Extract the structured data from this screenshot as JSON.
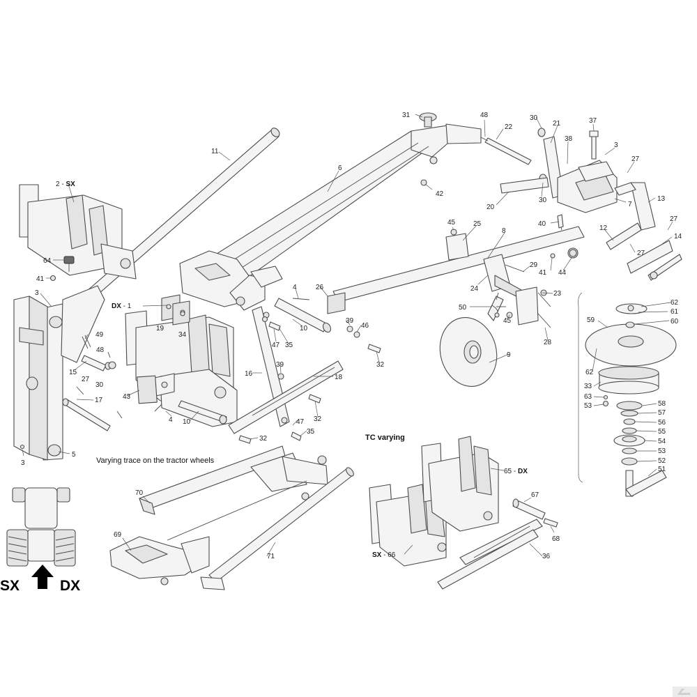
{
  "captions": {
    "trace": "Varying trace on the tractor wheels",
    "tc": "TC varying"
  },
  "direction": {
    "left": "SX",
    "right": "DX"
  },
  "labels": [
    {
      "id": "l11",
      "text": "11"
    },
    {
      "id": "l2sx",
      "text": "2 - ",
      "bold": "SX"
    },
    {
      "id": "l64",
      "text": "64"
    },
    {
      "id": "l41a",
      "text": "41"
    },
    {
      "id": "l3a",
      "text": "3"
    },
    {
      "id": "ldx1",
      "text": " - 1",
      "bold": "DX"
    },
    {
      "id": "l19",
      "text": "19"
    },
    {
      "id": "l34",
      "text": "34"
    },
    {
      "id": "l49",
      "text": "49"
    },
    {
      "id": "l48a",
      "text": "48"
    },
    {
      "id": "l15",
      "text": "15"
    },
    {
      "id": "l30a",
      "text": "30"
    },
    {
      "id": "l27a",
      "text": "27"
    },
    {
      "id": "l17",
      "text": "17"
    },
    {
      "id": "l43",
      "text": "43"
    },
    {
      "id": "l4a",
      "text": "4"
    },
    {
      "id": "l10a",
      "text": "10"
    },
    {
      "id": "l5",
      "text": "5"
    },
    {
      "id": "l3b",
      "text": "3"
    },
    {
      "id": "l6",
      "text": "6"
    },
    {
      "id": "l31",
      "text": "31"
    },
    {
      "id": "l48b",
      "text": "48"
    },
    {
      "id": "l22",
      "text": "22"
    },
    {
      "id": "l30b",
      "text": "30"
    },
    {
      "id": "l21",
      "text": "21"
    },
    {
      "id": "l37",
      "text": "37"
    },
    {
      "id": "l38",
      "text": "38"
    },
    {
      "id": "l3c",
      "text": "3"
    },
    {
      "id": "l27b",
      "text": "27"
    },
    {
      "id": "l42",
      "text": "42"
    },
    {
      "id": "l20",
      "text": "20"
    },
    {
      "id": "l30c",
      "text": "30"
    },
    {
      "id": "l7",
      "text": "7"
    },
    {
      "id": "l13",
      "text": "13"
    },
    {
      "id": "l40",
      "text": "40"
    },
    {
      "id": "l27c",
      "text": "27"
    },
    {
      "id": "l12",
      "text": "12"
    },
    {
      "id": "l14",
      "text": "14"
    },
    {
      "id": "l27d",
      "text": "27"
    },
    {
      "id": "l45a",
      "text": "45"
    },
    {
      "id": "l25",
      "text": "25"
    },
    {
      "id": "l8",
      "text": "8"
    },
    {
      "id": "l29",
      "text": "29"
    },
    {
      "id": "l41b",
      "text": "41"
    },
    {
      "id": "l44",
      "text": "44"
    },
    {
      "id": "l24",
      "text": "24"
    },
    {
      "id": "l23",
      "text": "23"
    },
    {
      "id": "l4b",
      "text": "4"
    },
    {
      "id": "l26",
      "text": "26"
    },
    {
      "id": "l10b",
      "text": "10"
    },
    {
      "id": "l39a",
      "text": "39"
    },
    {
      "id": "l46",
      "text": "46"
    },
    {
      "id": "l47a",
      "text": "47"
    },
    {
      "id": "l35a",
      "text": "35"
    },
    {
      "id": "l32a",
      "text": "32"
    },
    {
      "id": "l50",
      "text": "50"
    },
    {
      "id": "l45b",
      "text": "45"
    },
    {
      "id": "l28",
      "text": "28"
    },
    {
      "id": "l9",
      "text": "9"
    },
    {
      "id": "l16",
      "text": "16"
    },
    {
      "id": "l39b",
      "text": "39"
    },
    {
      "id": "l18",
      "text": "18"
    },
    {
      "id": "l32b",
      "text": "32"
    },
    {
      "id": "l47b",
      "text": "47"
    },
    {
      "id": "l35b",
      "text": "35"
    },
    {
      "id": "l32c",
      "text": "32"
    },
    {
      "id": "l62a",
      "text": "62"
    },
    {
      "id": "l61",
      "text": "61"
    },
    {
      "id": "l60",
      "text": "60"
    },
    {
      "id": "l59",
      "text": "59"
    },
    {
      "id": "l62b",
      "text": "62"
    },
    {
      "id": "l33",
      "text": "33"
    },
    {
      "id": "l63",
      "text": "63"
    },
    {
      "id": "l53a",
      "text": "53"
    },
    {
      "id": "l58",
      "text": "58"
    },
    {
      "id": "l57",
      "text": "57"
    },
    {
      "id": "l56",
      "text": "56"
    },
    {
      "id": "l55",
      "text": "55"
    },
    {
      "id": "l54",
      "text": "54"
    },
    {
      "id": "l53b",
      "text": "53"
    },
    {
      "id": "l52",
      "text": "52"
    },
    {
      "id": "l51",
      "text": "51"
    },
    {
      "id": "l70",
      "text": "70"
    },
    {
      "id": "l69",
      "text": "69"
    },
    {
      "id": "l71",
      "text": "71"
    },
    {
      "id": "l65dx",
      "text": "65 - ",
      "bold": "DX"
    },
    {
      "id": "l67",
      "text": "67"
    },
    {
      "id": "l68",
      "text": "68"
    },
    {
      "id": "l36",
      "text": "36"
    },
    {
      "id": "lsx66",
      "text": " - 66",
      "bold": "SX"
    }
  ]
}
